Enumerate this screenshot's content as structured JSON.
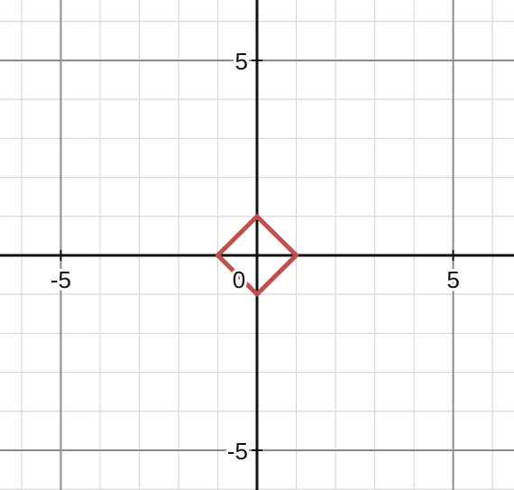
{
  "chart_data": {
    "type": "line",
    "title": "",
    "xlabel": "",
    "ylabel": "",
    "xlim": [
      -6.55,
      6.55
    ],
    "ylim": [
      -6.02,
      6.55
    ],
    "grid": true,
    "minor_step": 1,
    "major_step": 5,
    "x_tick_labels": [
      {
        "value": -5,
        "text": "-5"
      },
      {
        "value": 0,
        "text": "0"
      },
      {
        "value": 5,
        "text": "5"
      }
    ],
    "y_tick_labels": [
      {
        "value": 5,
        "text": "5"
      },
      {
        "value": -5,
        "text": "-5"
      }
    ],
    "series": [
      {
        "closed": true,
        "x": [
          0,
          1,
          0,
          -1
        ],
        "y": [
          1,
          0,
          -1,
          0
        ]
      }
    ]
  },
  "colors": {
    "background": "#ffffff",
    "minor_grid": "#d9d9d9",
    "major_grid": "#8c8c8c",
    "axis": "#111111",
    "curve": "#c0504d"
  }
}
